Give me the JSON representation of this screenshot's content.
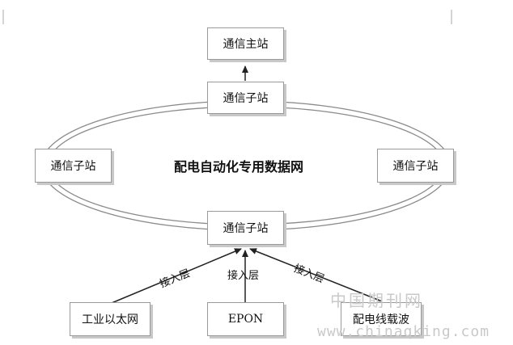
{
  "nodes": {
    "master": "通信主站",
    "sub_top": "通信子站",
    "sub_left": "通信子站",
    "sub_right": "通信子站",
    "sub_bottom": "通信子站",
    "industrial_ethernet": "工业以太网",
    "epon": "EPON",
    "plc": "配电线载波"
  },
  "network_label": "配电自动化专用数据网",
  "edge_labels": {
    "left": "接入层",
    "middle": "接入层",
    "right": "接入层"
  },
  "watermark": {
    "cn": "中国期刊网",
    "url": "www.chinaqking.com"
  }
}
